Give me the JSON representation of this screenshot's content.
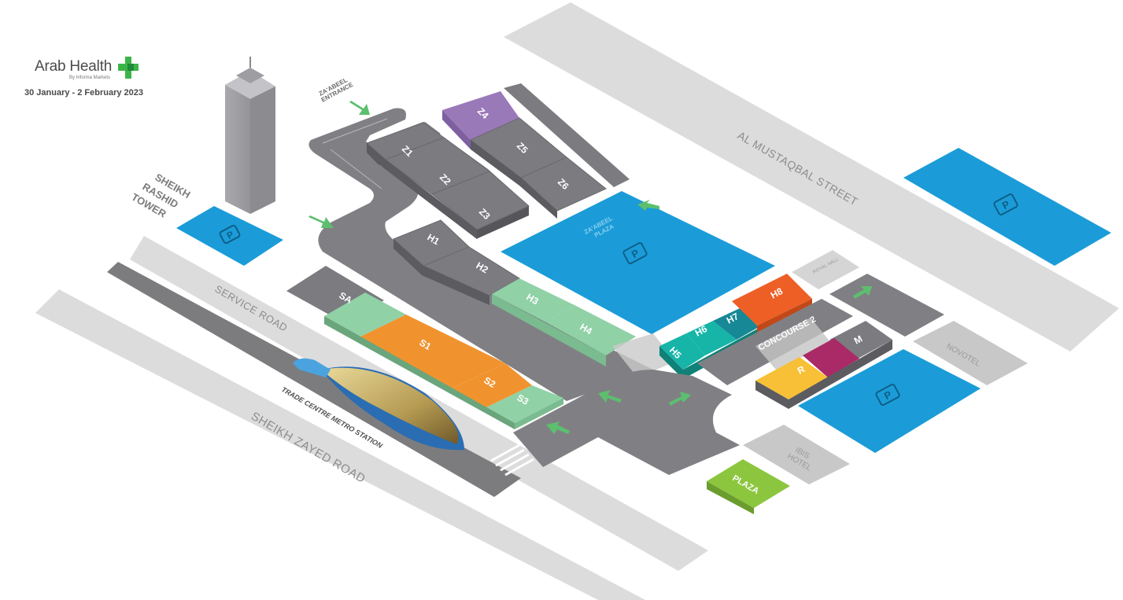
{
  "logo": {
    "title": "Arab Health",
    "subtitle": "By Informa Markets",
    "dates": "30 January - 2 February 2023"
  },
  "roads": {
    "al_mustaqbal": "AL MUSTAQBAL STREET",
    "service_road": "SERVICE ROAD",
    "sheikh_zayed": "SHEIKH ZAYED ROAD",
    "metro": "TRADE CENTRE METRO STATION"
  },
  "landmarks": {
    "tower_line1": "SHEIKH",
    "tower_line2": "RASHID",
    "tower_line3": "TOWER",
    "entrance_line1": "ZA'ABEEL",
    "entrance_line2": "ENTRANCE",
    "plaza_line1": "ZA'ABEEL",
    "plaza_line2": "PLAZA",
    "novotel": "NOVOTEL",
    "ibis_line1": "IBIS",
    "ibis_line2": "HOTEL",
    "concourse": "CONCOURSE 2",
    "plaza": "PLAZA",
    "small_building": "ROYAL HALL"
  },
  "halls": {
    "z1": "Z1",
    "z2": "Z2",
    "z3": "Z3",
    "z4": "Z4",
    "z5": "Z5",
    "z6": "Z6",
    "h1": "H1",
    "h2": "H2",
    "h3": "H3",
    "h4": "H4",
    "h5": "H5",
    "h6": "H6",
    "h7": "H7",
    "h8": "H8",
    "sa": "SA",
    "s1": "S1",
    "s2": "S2",
    "s3": "S3",
    "r": "R",
    "m": "M"
  },
  "parking_symbol": "P",
  "colors": {
    "hall_grey": "#7b7b80",
    "hall_dark": "#5e5e63",
    "parking": "#1b9cd8",
    "mint": "#90d1a6",
    "orange": "#f0932f",
    "teal": "#16b5a8",
    "teal_dark": "#168896",
    "red_orange": "#ee5f25",
    "purple": "#9a79b9",
    "magenta": "#a92a66",
    "yellow": "#f7c036",
    "green_plaza": "#8cc63f",
    "road_light": "#dedede",
    "road_dark": "#808082",
    "arrow": "#5cbf6e",
    "logo_green": "#3cb44a"
  }
}
